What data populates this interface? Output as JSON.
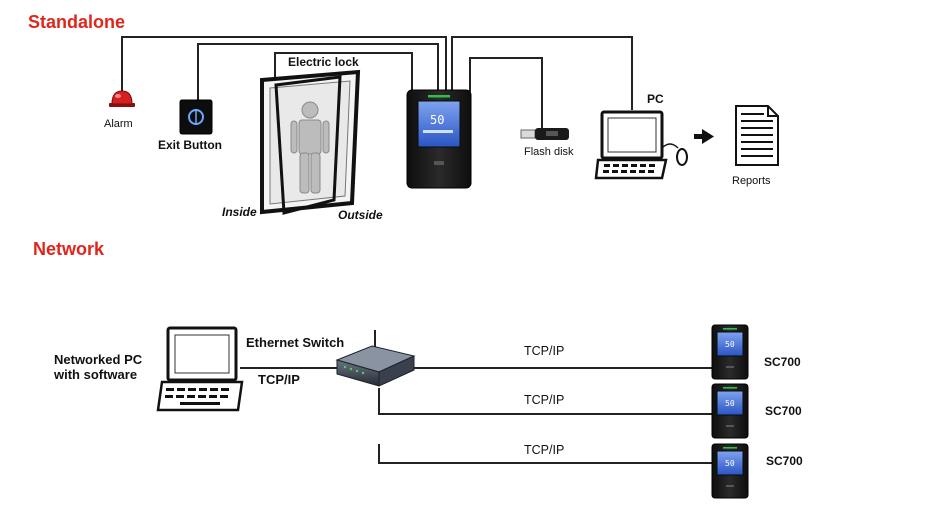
{
  "standalone": {
    "section_title": "Standalone",
    "alarm_label": "Alarm",
    "exit_button_label": "Exit Button",
    "electric_lock_label": "Electric lock",
    "inside_label": "Inside",
    "outside_label": "Outside",
    "flash_disk_label": "Flash disk",
    "pc_label": "PC",
    "reports_label": "Reports"
  },
  "network": {
    "section_title": "Network",
    "networked_pc_label": "Networked PC\nwith software",
    "ethernet_switch_label": "Ethernet Switch",
    "pc_link_label": "TCP/IP",
    "links": [
      {
        "protocol": "TCP/IP",
        "device": "SC700"
      },
      {
        "protocol": "TCP/IP",
        "device": "SC700"
      },
      {
        "protocol": "TCP/IP",
        "device": "SC700"
      }
    ]
  },
  "colors": {
    "section_title": "#e0261b",
    "line": "#222222",
    "device_body": "#1b1b1b",
    "screen": "#3d6fd6",
    "led_green": "#2fbf4a"
  },
  "icons": [
    "alarm-icon",
    "exit-button-icon",
    "door-icon",
    "person-icon",
    "terminal-icon",
    "usb-drive-icon",
    "computer-icon",
    "mouse-icon",
    "arrow-right-icon",
    "document-icon",
    "laptop-icon",
    "network-switch-icon"
  ]
}
